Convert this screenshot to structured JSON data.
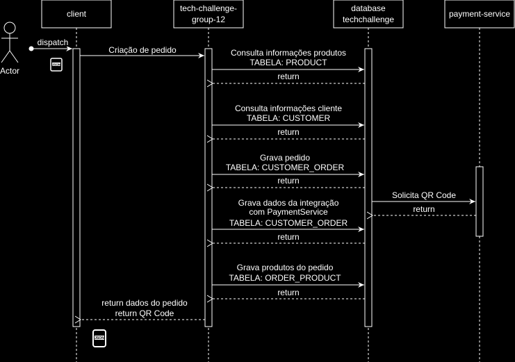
{
  "actor": {
    "label": "Actor"
  },
  "participants": {
    "client": [
      "client"
    ],
    "app": [
      "tech-challenge-",
      "group-12"
    ],
    "db": [
      "database",
      "techchallenge"
    ],
    "payment": [
      "payment-service"
    ]
  },
  "messages": {
    "dispatch": [
      "dispatch"
    ],
    "criacao": [
      "Criação de pedido"
    ],
    "consulta_produtos": [
      "Consulta informações produtos",
      "TABELA: PRODUCT"
    ],
    "return1": [
      "return"
    ],
    "consulta_cliente": [
      "Consulta informações cliente",
      "TABELA: CUSTOMER"
    ],
    "return2": [
      "return"
    ],
    "grava_pedido": [
      "Grava pedido",
      "TABELA: CUSTOMER_ORDER"
    ],
    "return3": [
      "return"
    ],
    "solicita_qr": [
      "Solicita QR Code"
    ],
    "return_payment": [
      "return"
    ],
    "grava_integracao": [
      "Grava dados da integração",
      "com PaymentService",
      "TABELA: CUSTOMER_ORDER"
    ],
    "return4": [
      "return"
    ],
    "grava_produtos": [
      "Grava produtos do pedido",
      "TABELA: ORDER_PRODUCT"
    ],
    "return5": [
      "return"
    ],
    "return_final": [
      "return dados do pedido",
      "return QR Code"
    ]
  },
  "icons": {
    "json_badge": "JSON"
  }
}
